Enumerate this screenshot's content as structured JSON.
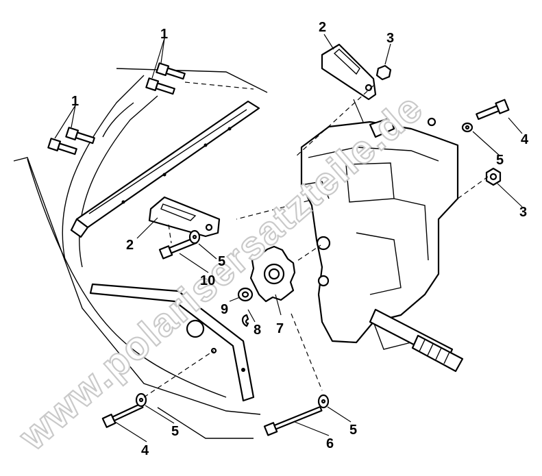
{
  "callouts": {
    "c1a": "1",
    "c1b": "1",
    "c2a": "2",
    "c2b": "2",
    "c3a": "3",
    "c3b": "3",
    "c4a": "4",
    "c4b": "4",
    "c5a": "5",
    "c5b": "5",
    "c5c": "5",
    "c5d": "5",
    "c6": "6",
    "c7": "7",
    "c8": "8",
    "c9": "9",
    "c10": "10"
  },
  "watermark": "www.polarisersatzteile.de"
}
